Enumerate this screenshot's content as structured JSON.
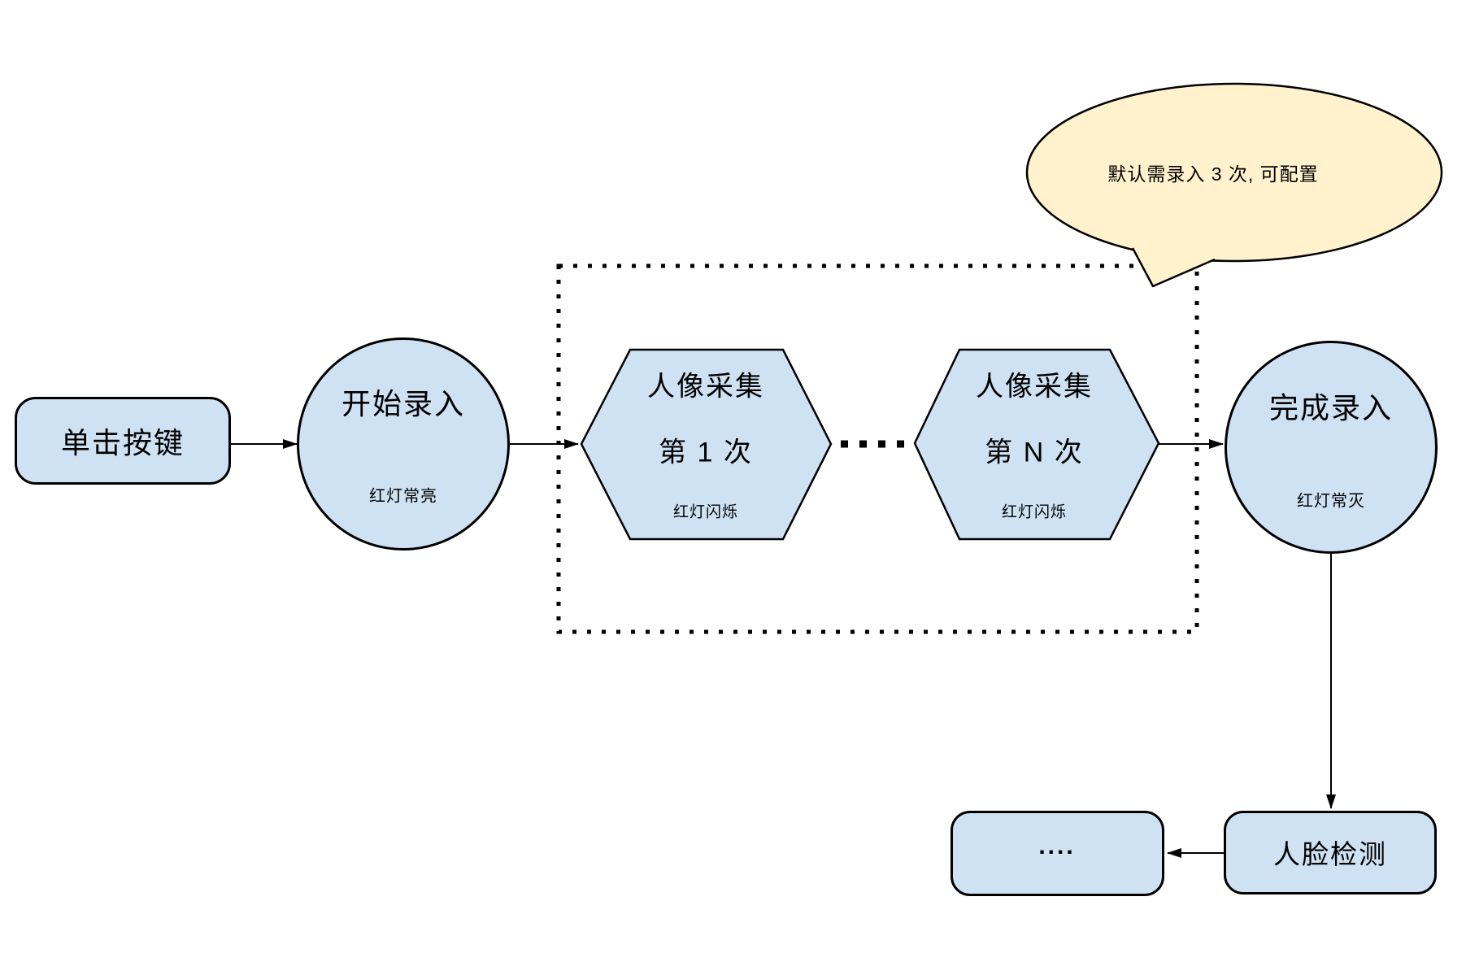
{
  "colors": {
    "node_fill": "#cfe2f3",
    "node_stroke": "#000000",
    "callout_fill": "#fff2cc",
    "connector": "#000000",
    "text": "#000000"
  },
  "nodes": {
    "click_button": {
      "label": "单击按键"
    },
    "start_entry": {
      "label": "开始录入",
      "status": "红灯常亮"
    },
    "capture_first": {
      "label": "人像采集",
      "count_label": "第 1 次",
      "status": "红灯闪烁"
    },
    "capture_nth": {
      "label": "人像采集",
      "count_label": "第 N 次",
      "status": "红灯闪烁"
    },
    "finish_entry": {
      "label": "完成录入",
      "status": "红灯常灭"
    },
    "ellipsis_box": {
      "label": "...."
    },
    "face_detection": {
      "label": "人脸检测"
    }
  },
  "callout": {
    "text": "默认需录入 3 次, 可配置"
  }
}
